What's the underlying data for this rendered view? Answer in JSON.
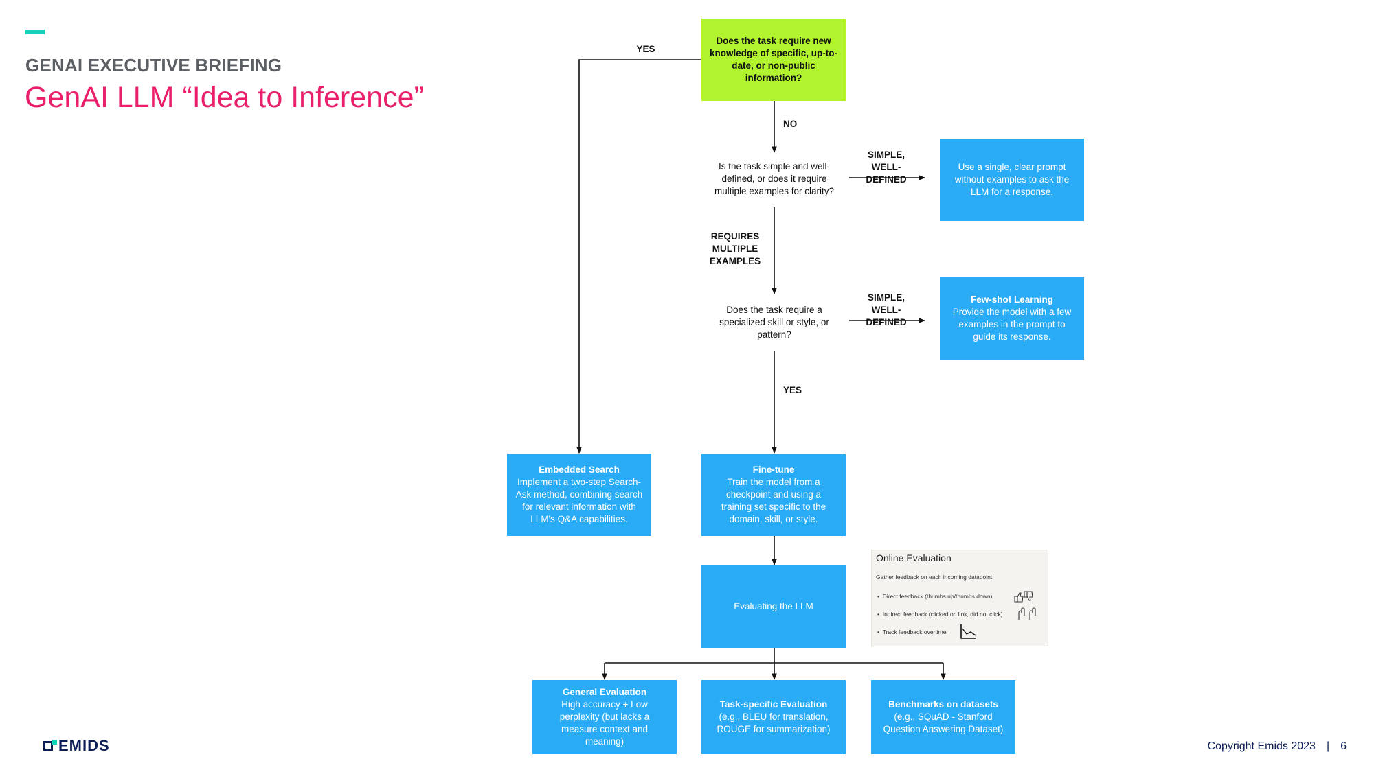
{
  "header": {
    "eyebrow": "GENAI EXECUTIVE BRIEFING",
    "title": "GenAI LLM “Idea to Inference”"
  },
  "flow": {
    "q1": "Does the task require new knowledge of specific, up-to-date, or non-public information?",
    "q1_yes": "YES",
    "q1_no": "NO",
    "q2": "Is the task simple and well-defined, or does it require multiple examples for clarity?",
    "q2_simple": "SIMPLE, WELL-DEFINED",
    "q2_multiple": "REQUIRES MULTIPLE EXAMPLES",
    "single_prompt": "Use a single, clear prompt without examples to ask the LLM for a response.",
    "q3": "Does the task require a specialized skill or style, or pattern?",
    "q3_simple": "SIMPLE, WELL-DEFINED",
    "q3_yes": "YES",
    "few_shot": {
      "title": "Few-shot Learning",
      "body": "Provide the model with a few examples in the prompt to guide its response."
    },
    "embedded_search": {
      "title": "Embedded Search",
      "body": "Implement a two-step Search-Ask method, combining search for relevant information with LLM's Q&A capabilities."
    },
    "fine_tune": {
      "title": "Fine-tune",
      "body": "Train the model from a checkpoint and using a training set specific to the domain, skill, or style."
    },
    "evaluating": "Evaluating the LLM",
    "general_eval": {
      "title": "General Evaluation",
      "body": "High accuracy + Low perplexity (but lacks a measure context and meaning)"
    },
    "task_eval": {
      "title": "Task-specific Evaluation",
      "body": "(e.g., BLEU for translation, ROUGE for summarization)"
    },
    "bench_eval": {
      "title": "Benchmarks on datasets",
      "body": "(e.g., SQuAD - Stanford Question Answering Dataset)"
    }
  },
  "online_eval": {
    "title": "Online Evaluation",
    "intro": "Gather feedback on each incoming datapoint:",
    "items": [
      "Direct feedback (thumbs up/thumbs down)",
      "Indirect feedback (clicked on link, did not click)",
      "Track feedback overtime"
    ],
    "icons": [
      "thumbs-icon",
      "pointer-icon",
      "trend-chart-icon"
    ]
  },
  "footer": {
    "logo": "EMIDS",
    "copyright": "Copyright Emids 2023",
    "separator": "|",
    "page": "6"
  },
  "colors": {
    "accent_teal": "#16d2b8",
    "title_pink": "#ea1f6b",
    "box_blue": "#29abf5",
    "box_green": "#b2f52e",
    "navy": "#0e1f57"
  }
}
